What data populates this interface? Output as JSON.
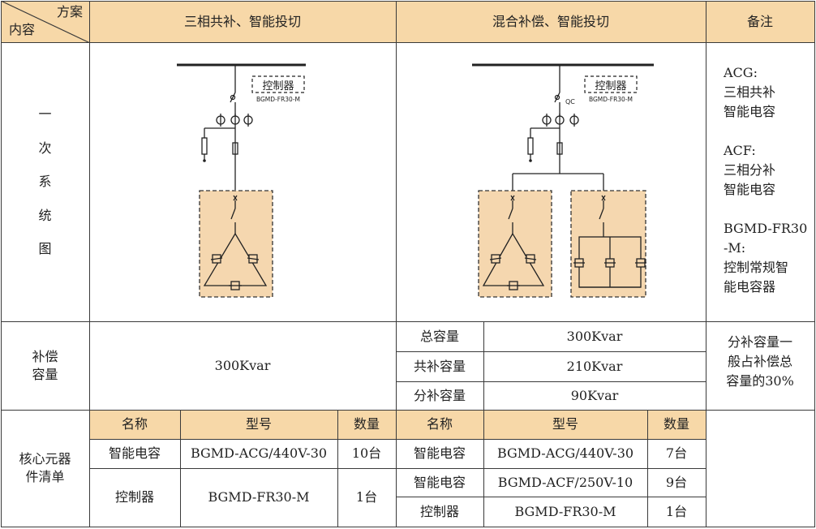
{
  "header": {
    "corner_top": "方案",
    "corner_bottom": "内容",
    "scheme_a": "三相共补、智能投切",
    "scheme_b": "混合补偿、智能投切",
    "remarks": "备注"
  },
  "diagram_row": {
    "label_chars": [
      "一",
      "次",
      "系",
      "统",
      "图"
    ],
    "a": {
      "controller_label": "控制器",
      "controller_model": "BGMD-FR30-M"
    },
    "b": {
      "controller_label": "控制器",
      "controller_model": "BGMD-FR30-M",
      "qc_label": "QC"
    },
    "notes": [
      [
        "ACG:",
        "三相共补",
        "智能电容"
      ],
      [
        "ACF:",
        "三相分补",
        "智能电容"
      ],
      [
        "BGMD-FR30",
        "-M:",
        "控制常规智",
        "能电容器"
      ]
    ]
  },
  "capacity_row": {
    "label_lines": [
      "补偿",
      "容量"
    ],
    "a_value": "300Kvar",
    "b_rows": [
      {
        "name": "总容量",
        "value": "300Kvar"
      },
      {
        "name": "共补容量",
        "value": "210Kvar"
      },
      {
        "name": "分补容量",
        "value": "90Kvar"
      }
    ],
    "note_lines": [
      "分补容量一",
      "般占补偿总",
      "容量的30%"
    ]
  },
  "components_row": {
    "label_lines": [
      "核心元器",
      "件清单"
    ],
    "columns": {
      "name": "名称",
      "model": "型号",
      "qty": "数量"
    },
    "a_items": [
      {
        "name": "智能电容",
        "model": "BGMD-ACG/440V-30",
        "qty": "10台"
      },
      {
        "name": "控制器",
        "model": "BGMD-FR30-M",
        "qty": "1台"
      }
    ],
    "b_items": [
      {
        "name": "智能电容",
        "model": "BGMD-ACG/440V-30",
        "qty": "7台"
      },
      {
        "name": "智能电容",
        "model": "BGMD-ACF/250V-10",
        "qty": "9台"
      },
      {
        "name": "控制器",
        "model": "BGMD-FR30-M",
        "qty": "1台"
      }
    ]
  }
}
